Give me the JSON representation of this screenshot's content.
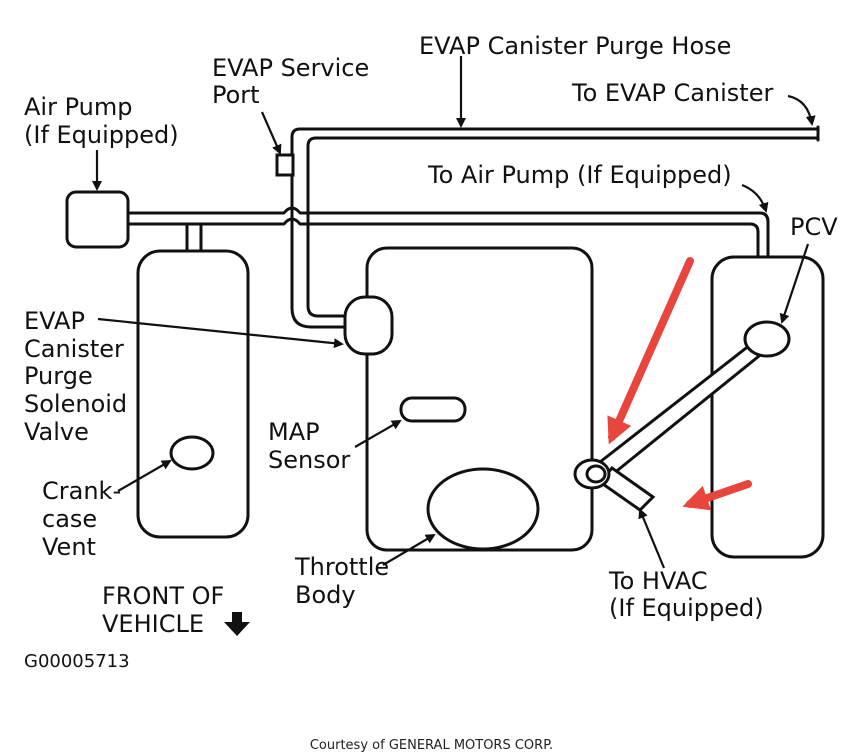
{
  "labels": {
    "purge_hose": "EVAP Canister Purge Hose",
    "to_canister": "To EVAP Canister",
    "service_port_1": "EVAP Service",
    "service_port_2": "Port",
    "air_pump_1": "Air Pump",
    "air_pump_2": "(If Equipped)",
    "to_air_pump": "To Air Pump (If Equipped)",
    "pcv": "PCV",
    "solenoid_1": "EVAP",
    "solenoid_2": "Canister",
    "solenoid_3": "Purge",
    "solenoid_4": "Solenoid",
    "solenoid_5": "Valve",
    "map_1": "MAP",
    "map_2": "Sensor",
    "crankcase_1": "Crank-",
    "crankcase_2": "case",
    "crankcase_3": "Vent",
    "throttle_1": "Throttle",
    "throttle_2": "Body",
    "hvac_1": "To HVAC",
    "hvac_2": "(If Equipped)",
    "front_1": "FRONT OF",
    "front_2": "VEHICLE",
    "figure_code": "G00005713"
  },
  "credit": "Courtesy of GENERAL MOTORS CORP.",
  "colors": {
    "annotation_arrow": "#e8453c",
    "line": "#111111"
  }
}
